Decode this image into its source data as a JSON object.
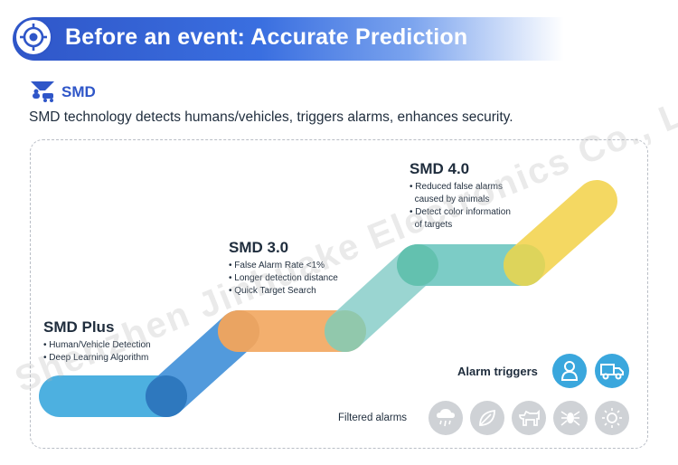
{
  "header": {
    "title": "Before an event: Accurate Prediction"
  },
  "section": {
    "label": "SMD",
    "description": "SMD technology detects humans/vehicles, triggers alarms, enhances security."
  },
  "stages": [
    {
      "title": "SMD Plus",
      "bullets": [
        "Human/Vehicle Detection",
        "Deep Learning Algorithm"
      ]
    },
    {
      "title": "SMD 3.0",
      "bullets": [
        "False Alarm Rate <1%",
        "Longer detection distance",
        "Quick Target Search"
      ]
    },
    {
      "title": "SMD 4.0",
      "bullets": [
        "Reduced false alarms",
        "caused by animals",
        "Detect color information",
        "of targets"
      ]
    }
  ],
  "alarm_triggers": {
    "label": "Alarm triggers",
    "icons": [
      "human-icon",
      "vehicle-icon"
    ]
  },
  "filtered_alarms": {
    "label": "Filtered alarms",
    "icons": [
      "rain-icon",
      "leaf-icon",
      "animal-icon",
      "insect-icon",
      "light-icon"
    ]
  },
  "colors": {
    "brand_blue": "#2f56c8",
    "active_icon": "#3aa7dd",
    "muted_icon": "#cfd2d6",
    "segment_blue": "#3aa7dd",
    "segment_orange": "#f2a65e",
    "segment_teal": "#6ec6c0",
    "segment_yellow": "#f3d65a"
  },
  "watermark": "Shenzhen Jinhuake Electronics Co., Ltd."
}
